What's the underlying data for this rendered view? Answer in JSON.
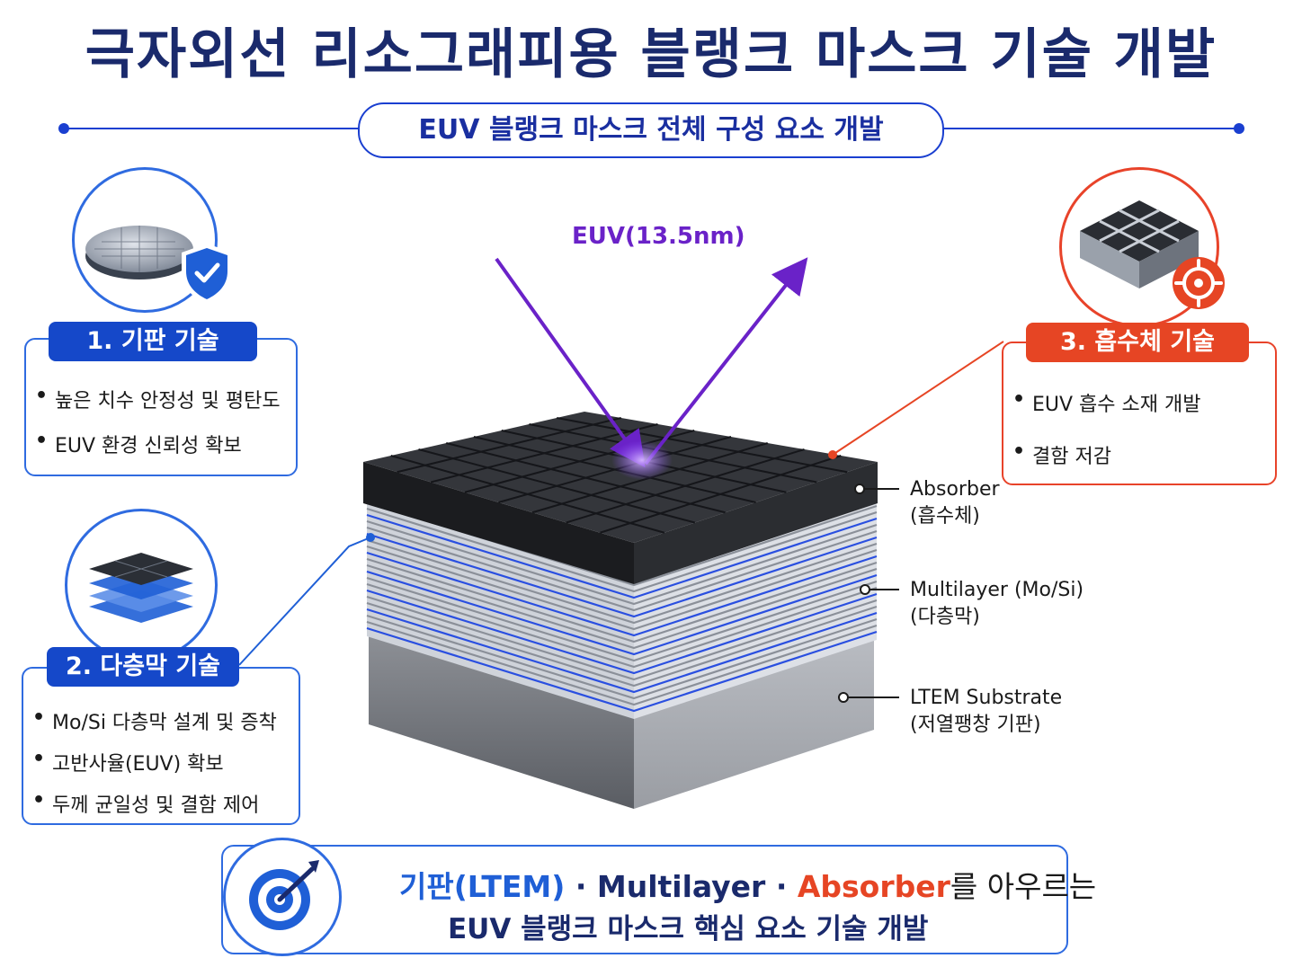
{
  "title": "극자외선 리소그래피용 블랭크 마스크 기술 개발",
  "subtitle": "EUV 블랭크 마스크 전체 구성 요소 개발",
  "euv_label": "EUV(13.5nm)",
  "sections": [
    {
      "tag": "1. 기판 기술",
      "bullets": [
        "높은 치수 안정성 및 평탄도",
        "EUV 환경 신뢰성 확보"
      ]
    },
    {
      "tag": "2. 다층막 기술",
      "bullets": [
        "Mo/Si 다층막 설계 및 증착",
        "고반사율(EUV) 확보",
        "두께 균일성 및 결함 제어"
      ]
    },
    {
      "tag": "3. 흡수체 기술",
      "bullets": [
        "EUV 흡수 소재 개발",
        "결함 저감"
      ]
    }
  ],
  "layers": [
    {
      "name": "Absorber",
      "sub": "(흡수체)"
    },
    {
      "name": "Multilayer (Mo/Si)",
      "sub": "(다층막)"
    },
    {
      "name": "LTEM Substrate",
      "sub": "(저열팽창 기판)"
    }
  ],
  "bottom": {
    "part1": "기판(LTEM)",
    "sep1": " · ",
    "part2": "Multilayer",
    "sep2": " · ",
    "part3": "Absorber",
    "part4": "를 아우르는",
    "line2": "EUV 블랭크 마스크 핵심 요소 기술 개발"
  },
  "colors": {
    "primary": "#1548c9",
    "accent": "#e64524",
    "euv": "#6a22c8",
    "navy": "#1a2a6c"
  },
  "icons": [
    "wafer-icon",
    "shield-check-icon",
    "layer-stack-icon",
    "absorber-grid-icon",
    "target-icon",
    "bullseye-arrow-icon"
  ]
}
